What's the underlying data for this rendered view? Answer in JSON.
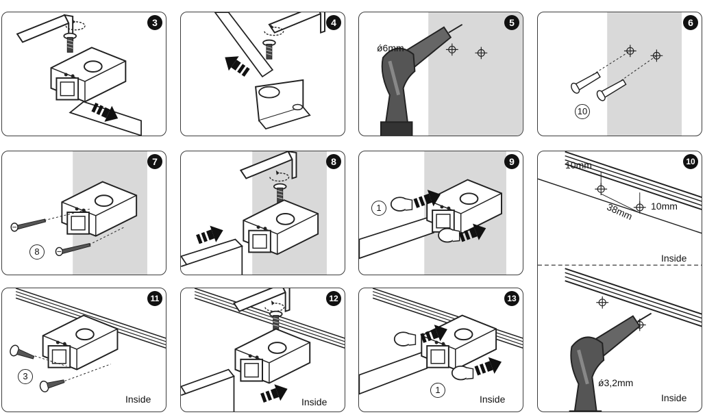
{
  "steps": {
    "s3": {
      "badge": "3"
    },
    "s4": {
      "badge": "4"
    },
    "s5": {
      "badge": "5",
      "drill_label": "ǿ6mm"
    },
    "s6": {
      "badge": "6",
      "part_number": "10"
    },
    "s7": {
      "badge": "7",
      "part_number": "8"
    },
    "s8": {
      "badge": "8"
    },
    "s9": {
      "badge": "9",
      "part_number": "1"
    },
    "s10": {
      "badge": "10",
      "dim_top": "10mm",
      "dim_right": "10mm",
      "dim_spacing": "38mm",
      "inside_top": "Inside",
      "inside_bottom": "Inside",
      "drill_label": "ǿ3,2mm"
    },
    "s11": {
      "badge": "11",
      "part_number": "3",
      "inside": "Inside"
    },
    "s12": {
      "badge": "12",
      "inside": "Inside"
    },
    "s13": {
      "badge": "13",
      "part_number": "1",
      "inside": "Inside"
    }
  },
  "colors": {
    "wall": "#d9d9d9",
    "outline": "#222222",
    "badge": "#111111",
    "drill": "#555555"
  }
}
